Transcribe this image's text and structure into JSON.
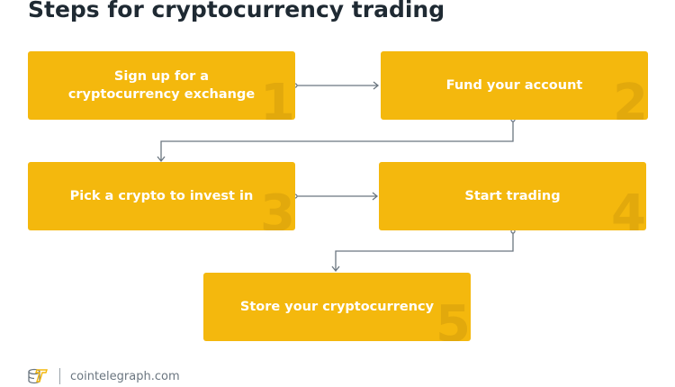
{
  "title": "Steps for cryptocurrency trading",
  "steps": [
    {
      "label": "Sign up for a cryptocurrency exchange",
      "number": "1"
    },
    {
      "label": "Fund your account",
      "number": "2"
    },
    {
      "label": "Pick a crypto to invest in",
      "number": "3"
    },
    {
      "label": "Start trading",
      "number": "4"
    },
    {
      "label": "Store your cryptocurrency",
      "number": "5"
    }
  ],
  "footer": {
    "site": "cointelegraph.com"
  },
  "colors": {
    "box": "#F4B80D",
    "number": "#E2A90C",
    "connector": "#6b7680"
  }
}
